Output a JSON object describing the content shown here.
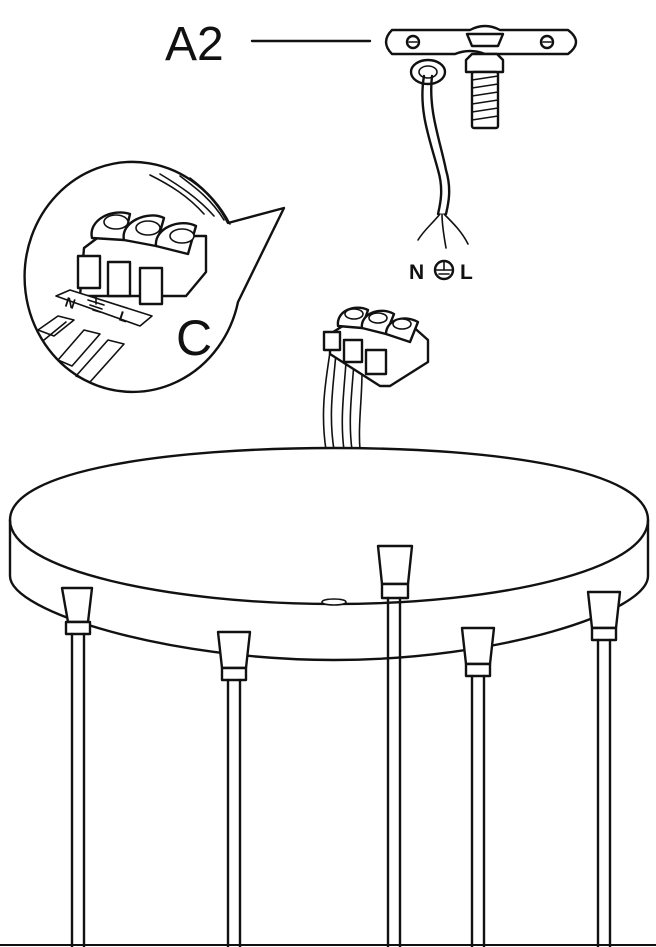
{
  "labels": {
    "bracket": "A2",
    "connector": "C",
    "wire_neutral": "N",
    "wire_live": "L",
    "terminal_n": "N",
    "terminal_l": "L"
  },
  "icons": {
    "earth": "earth-ground-symbol"
  },
  "colors": {
    "line": "#111111",
    "background": "#ffffff"
  },
  "pendant_count": 5
}
